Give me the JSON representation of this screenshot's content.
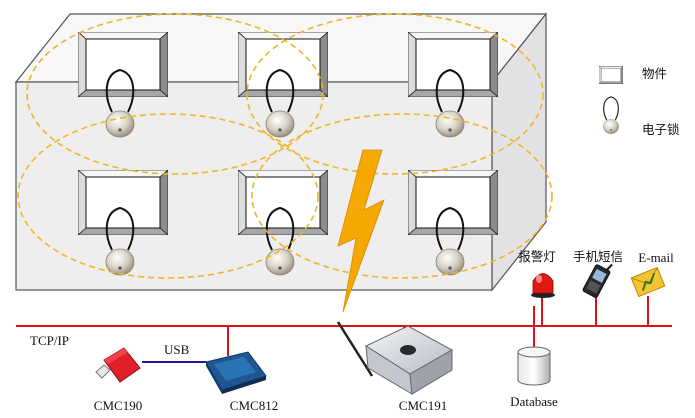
{
  "legend": {
    "item_label": "物件",
    "lock_label": "电子锁"
  },
  "alarms": {
    "alarm_lamp": "报警灯",
    "sms": "手机短信",
    "email": "E-mail"
  },
  "network": {
    "bus_label": "TCP/IP",
    "usb_label": "USB"
  },
  "devices": {
    "usb_key": "CMC190",
    "cmc812": "CMC812",
    "cmc191": "CMC191",
    "database": "Database"
  },
  "colors": {
    "network_line": "#e0101a",
    "usb_line": "#1a1aa8",
    "signal_zone": "#f0b429",
    "lightning": "#f5a800",
    "box_face": "#eeeeef",
    "box_edge": "#555555",
    "usb_key_body": "#e0202a",
    "cmc812_body": "#2a6aa8"
  },
  "icons": [
    "frame-icon",
    "lock-icon",
    "alarm-lamp-icon",
    "mobile-phone-icon",
    "email-icon",
    "lightning-icon",
    "usb-key-icon",
    "cmc812-device-icon",
    "cmc191-device-icon",
    "database-icon"
  ]
}
